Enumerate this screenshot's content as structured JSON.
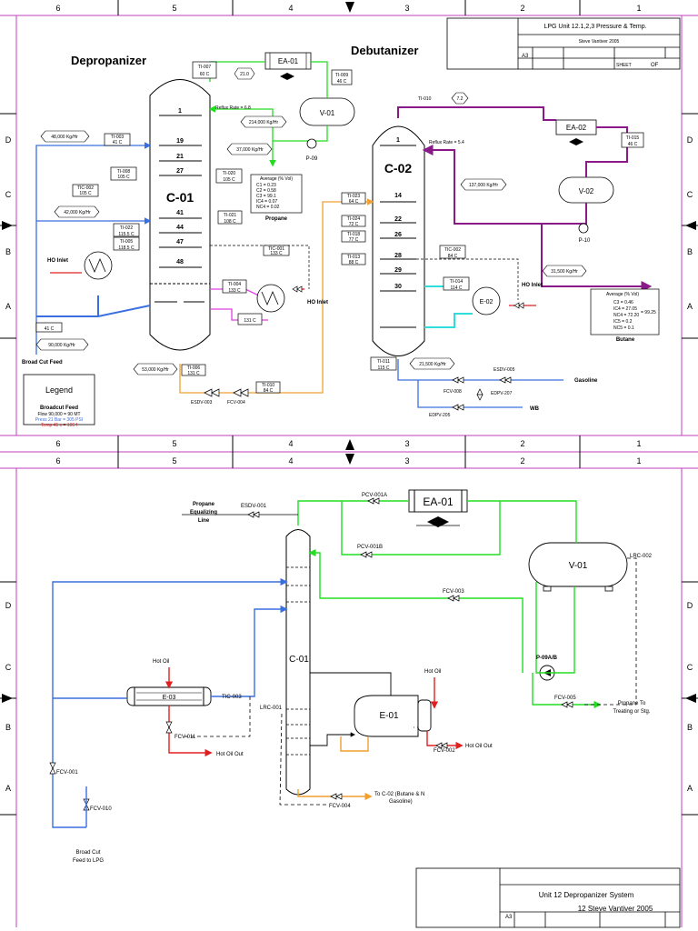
{
  "grid": {
    "cols": [
      "6",
      "5",
      "4",
      "3",
      "2",
      "1"
    ],
    "rows": [
      "D",
      "C",
      "B",
      "A"
    ]
  },
  "top": {
    "title_block": {
      "title": "LPG Unit 12.1,2,3 Pressure & Temp.",
      "author": "Steve Vantiver 2005",
      "size": "A3",
      "sheet": "SHEET",
      "of": "OF"
    },
    "depropanizer_title": "Depropanizer",
    "debutanizer_title": "Debutanizer",
    "c01": {
      "name": "C-01",
      "trays": [
        "1",
        "19",
        "21",
        "27",
        "41",
        "44",
        "47",
        "48"
      ]
    },
    "c02": {
      "name": "C-02",
      "trays": [
        "1",
        "14",
        "22",
        "26",
        "28",
        "29",
        "30"
      ]
    },
    "tags": {
      "ti007": "TI-007",
      "ti007_v": "60 C",
      "ea01": "EA-01",
      "ti009": "TI-009",
      "ti009_v": "46 C",
      "press1": "21.0",
      "press2": "7.2",
      "v01": "V-01",
      "reflux1": "Reflux Rate = 6.8",
      "reflux2": "Reflux Rate = 5.4",
      "flow214": "214,000 Kg/Hr",
      "flow37": "37,000 Kg/Hr",
      "p09": "P-09",
      "tag_ea02a": "TI-010",
      "ea02": "EA-02",
      "ti015": "TI-015",
      "ti015_v": "46 C",
      "flow48": "48,000 Kg/Hr",
      "ti003": "TI-003",
      "ti003_v": "41 C",
      "ti008": "TI-008",
      "ti008_v": "105 C",
      "ti020": "TI-020",
      "ti020_v": "105 C",
      "ti002": "TIC-002",
      "ti002_v": "105 C",
      "flow42": "42,000 Kg/Hr",
      "ti021": "TI-021",
      "ti021_v": "108 C",
      "ti022": "TI-022",
      "ti022_v": "115.5 C",
      "ti005": "TI-005",
      "ti005_v": "118.5 C",
      "ti001": "TIC-001",
      "ti001_v": "133 C",
      "ti004": "TI-004",
      "ti004_v": "133 C",
      "t131": "131 C",
      "t41": "41 C",
      "flow90": "90,000 Kg/Hr",
      "ho_inlet": "HO Inlet",
      "avg1_title": "Average (% Vol)",
      "avg1_lines": [
        "C1 = 0.23",
        "C2 = 0.58",
        "C3 = 99.1",
        "IC4 = 0.07",
        "NC4 = 0.02"
      ],
      "propane": "Propane",
      "ti023": "TI-023",
      "ti023_v": "64 C",
      "ti024": "TI-024",
      "ti024_v": "72 C",
      "ti018": "TI-018",
      "ti018_v": "77 C",
      "ti013": "TI-013",
      "ti013_v": "88 C",
      "tic002b": "TIC-002",
      "tic002b_v": "84 C",
      "ti014": "TI-014",
      "ti014_v": "114 C",
      "e02": "E-02",
      "flow137": "137,000 Kg/Hr",
      "v02": "V-02",
      "p10": "P-10",
      "flow31": "31,500 Kg/Hr",
      "avg2_title": "Average (% Vol)",
      "avg2_lines": [
        "C3 = 0.46",
        "IC4 = 27.05",
        "NC4 = 72.20",
        "IC5 = 0.2",
        "NC5 = 0.1"
      ],
      "avg2_total": "= 99.25",
      "butane": "Butane",
      "ti011": "TI-011",
      "ti011_v": "115 C",
      "flow21": "21,500 Kg/Hr",
      "esdv005": "ESDV-005",
      "gasoline": "Gasoline",
      "fcv008": "FCV-008",
      "edpv207": "EDPV-207",
      "edpv205": "EDPV-205",
      "wb": "WB",
      "flow53": "53,000 Kg/Hr",
      "ti006": "TI-006",
      "ti006_v": "131 C",
      "ti010": "TI-010",
      "ti010_v": "84 C",
      "esdv003": "ESDV-003",
      "fcv004": "FCV-004",
      "broad": "Broad Cut Feed",
      "legend": {
        "title": "Legend",
        "sub": "Broadcut Feed",
        "flow": "Flow 90,000 = 90 MT",
        "press": "Press 21 Bar = 305 PSI",
        "temp": "Temp 41 c = 106 f"
      }
    }
  },
  "bottom": {
    "title_block": {
      "title": "Unit 12 Depropanizer System",
      "author": "12 Steve Vantiver 2005",
      "size": "A3"
    },
    "labels": {
      "propane_eq": [
        "Propane",
        "Equalizing",
        "Line"
      ],
      "esdv001": "ESDV-001",
      "pcv001a": "PCV-001A",
      "ea01": "EA-01",
      "pcv001b": "PCV-001B",
      "v01": "V-01",
      "lrc002": "LRC-002",
      "fcv003": "FCV-003",
      "c01": "C-01",
      "hot_oil1": "Hot Oil",
      "e03": "E-03",
      "tic003": "TIC-003",
      "lrc001": "LRC-001",
      "hot_oil2": "Hot Oil",
      "e01": "E-01",
      "p09": "P-09A/B",
      "fcv005": "FCV-005",
      "propane_to": [
        "Propane To",
        "Treating or Stg."
      ],
      "fcv011": "FCV-011",
      "hot_oil_out1": "Hot Oil Out",
      "fcv002": "FCV-002",
      "hot_oil_out2": "Hot Oil Out",
      "fcv001": "FCV-001",
      "fcv010": "FCV-010",
      "to_c02": [
        "To C-02 (Butane & N",
        "Gasoline)"
      ],
      "fcv004": "FCV-004",
      "broad": [
        "Broad Cut",
        "Feed to LPG"
      ]
    }
  },
  "colors": {
    "blue": "#3a6fe0",
    "green": "#22dd22",
    "orange": "#f0a030",
    "purple": "#8a1a8a",
    "magenta": "#e040e0",
    "red": "#e02020",
    "cyan": "#30dddd",
    "frame": "#c040c0"
  }
}
